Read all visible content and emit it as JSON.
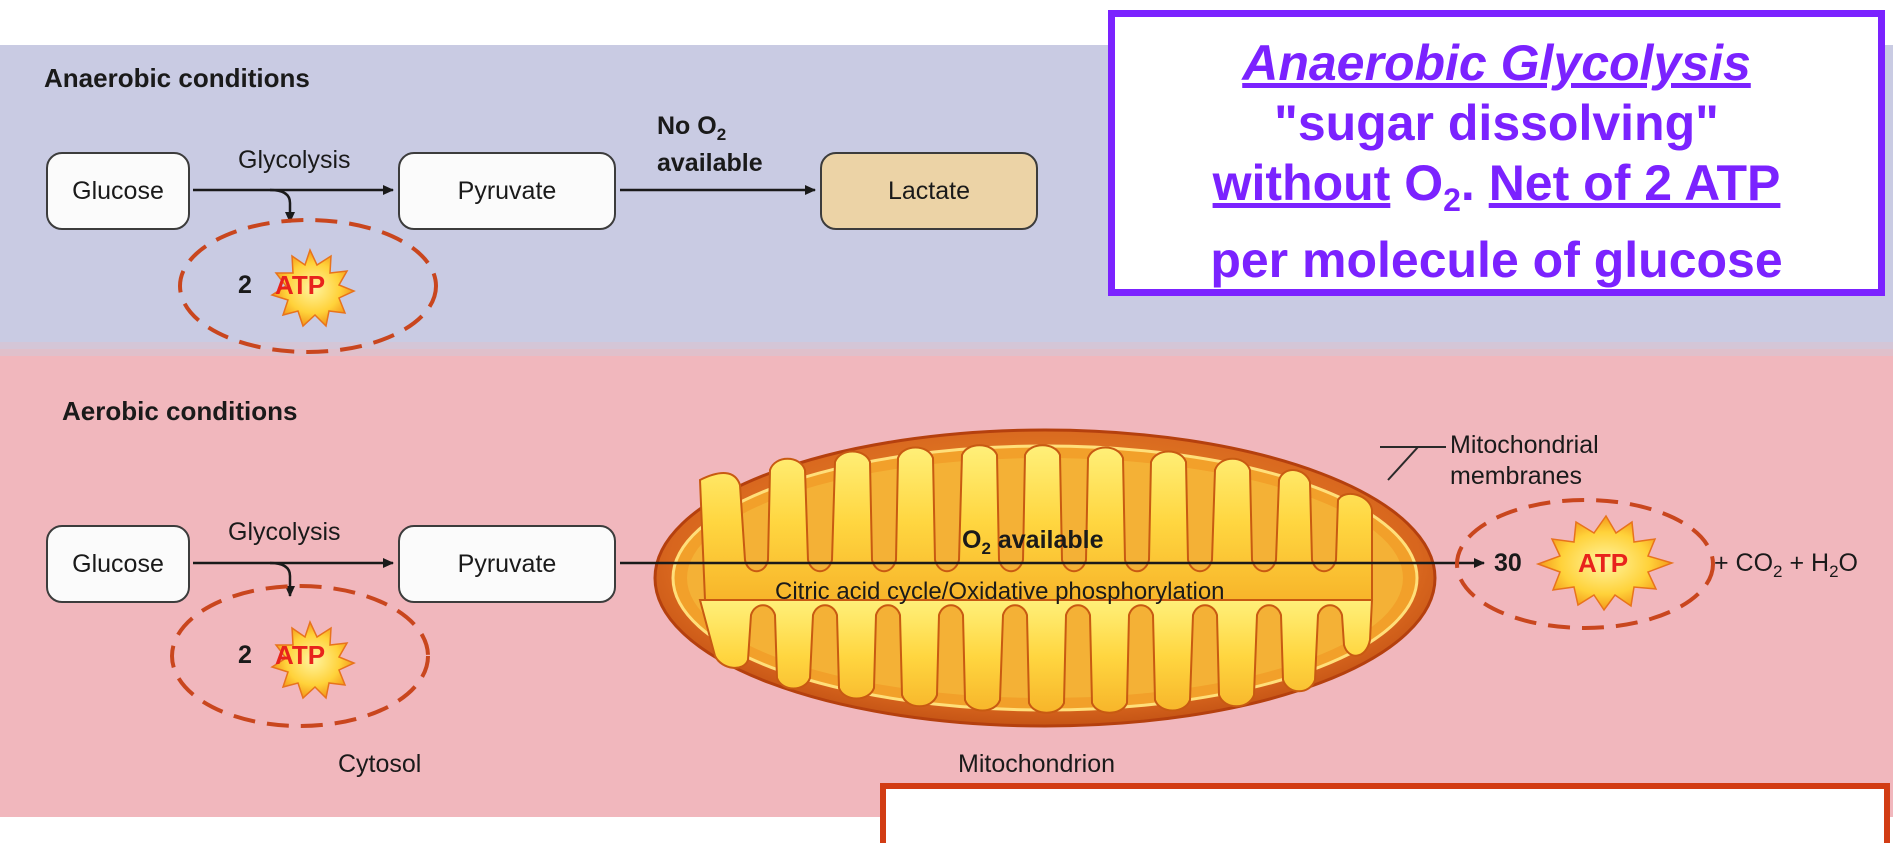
{
  "anaerobic": {
    "heading": "Anaerobic conditions",
    "glucose": "Glucose",
    "glycolysis": "Glycolysis",
    "pyruvate": "Pyruvate",
    "no_o2_line1": "No O",
    "no_o2_sub": "2",
    "no_o2_line2": "available",
    "lactate": "Lactate",
    "atp_count": "2",
    "atp_label": "ATP"
  },
  "aerobic": {
    "heading": "Aerobic conditions",
    "glucose": "Glucose",
    "glycolysis": "Glycolysis",
    "pyruvate": "Pyruvate",
    "atp_count": "2",
    "atp_label": "ATP",
    "o2_main": "O",
    "o2_sub": "2",
    "o2_rest": " available",
    "cycle": "Citric acid cycle/Oxidative phosphorylation",
    "membranes_line1": "Mitochondrial",
    "membranes_line2": "membranes",
    "atp30_count": "30",
    "atp30_label": "ATP",
    "products": "+ CO",
    "products_sub": "2",
    "products_rest": " + H",
    "products_sub2": "2",
    "products_end": "O",
    "cytosol": "Cytosol",
    "mitochondrion": "Mitochondrion"
  },
  "callout": {
    "line1": "Anaerobic Glycolysis",
    "line2": "\"sugar dissolving\"",
    "line3_a": "without",
    "line3_b": " O",
    "line3_sub": "2",
    "line3_c": ". ",
    "line3_d": "Net of 2 ATP",
    "line4": "per molecule of glucose"
  },
  "colors": {
    "anaerobic_bg": "#c9cbe3",
    "aerobic_bg": "#f1b7bd",
    "callout_border": "#7b22ff",
    "bottom_border": "#d23c14",
    "dashed_circle": "#c9461e",
    "atp_text": "#e8231c",
    "lactate_fill": "#ecd3a6"
  }
}
